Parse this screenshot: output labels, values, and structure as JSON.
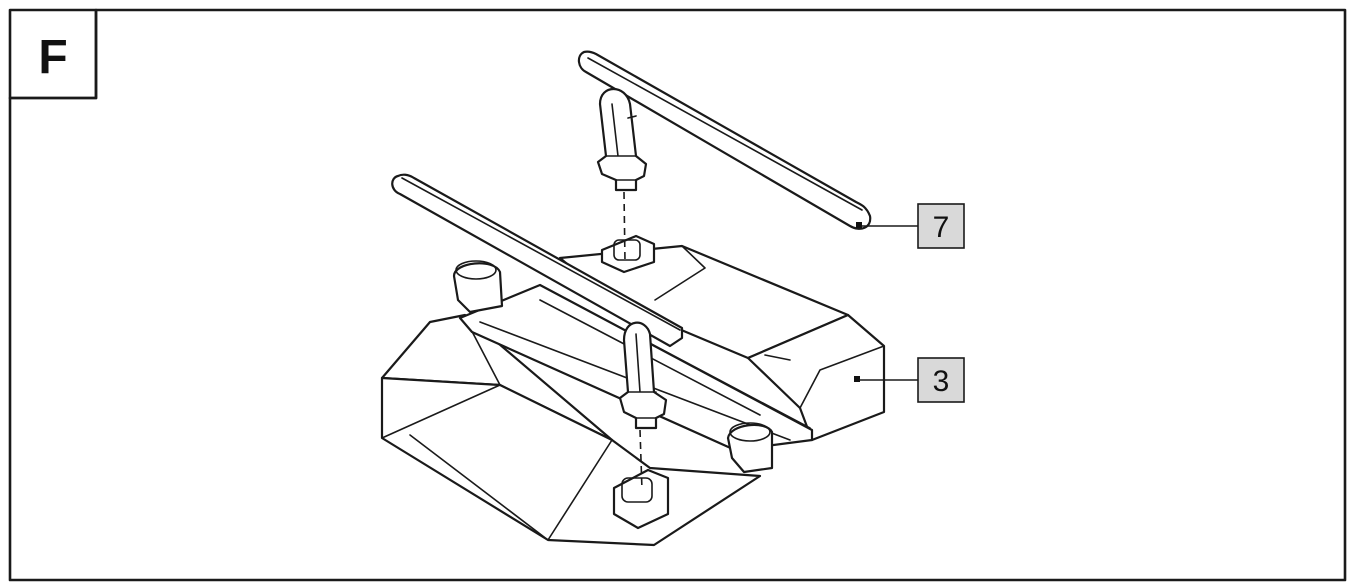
{
  "step_label": "F",
  "callouts": [
    {
      "number": "7",
      "part": "bar"
    },
    {
      "number": "3",
      "part": "base"
    }
  ]
}
